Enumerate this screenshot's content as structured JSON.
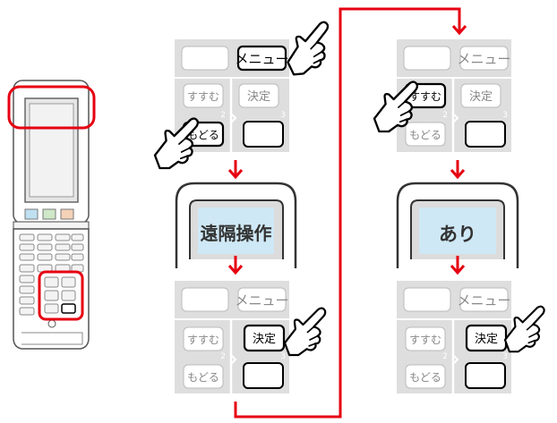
{
  "keys": {
    "menu": "メニュー",
    "susumu": "すすむ",
    "kettei": "決定",
    "modoru": "もどる",
    "num2": "2",
    "num3": "3"
  },
  "screens": {
    "step2": "遠隔操作",
    "step5": "あり"
  },
  "colors": {
    "accent": "#e60012",
    "panel": "#dedede",
    "highlight_border": "#000000"
  }
}
